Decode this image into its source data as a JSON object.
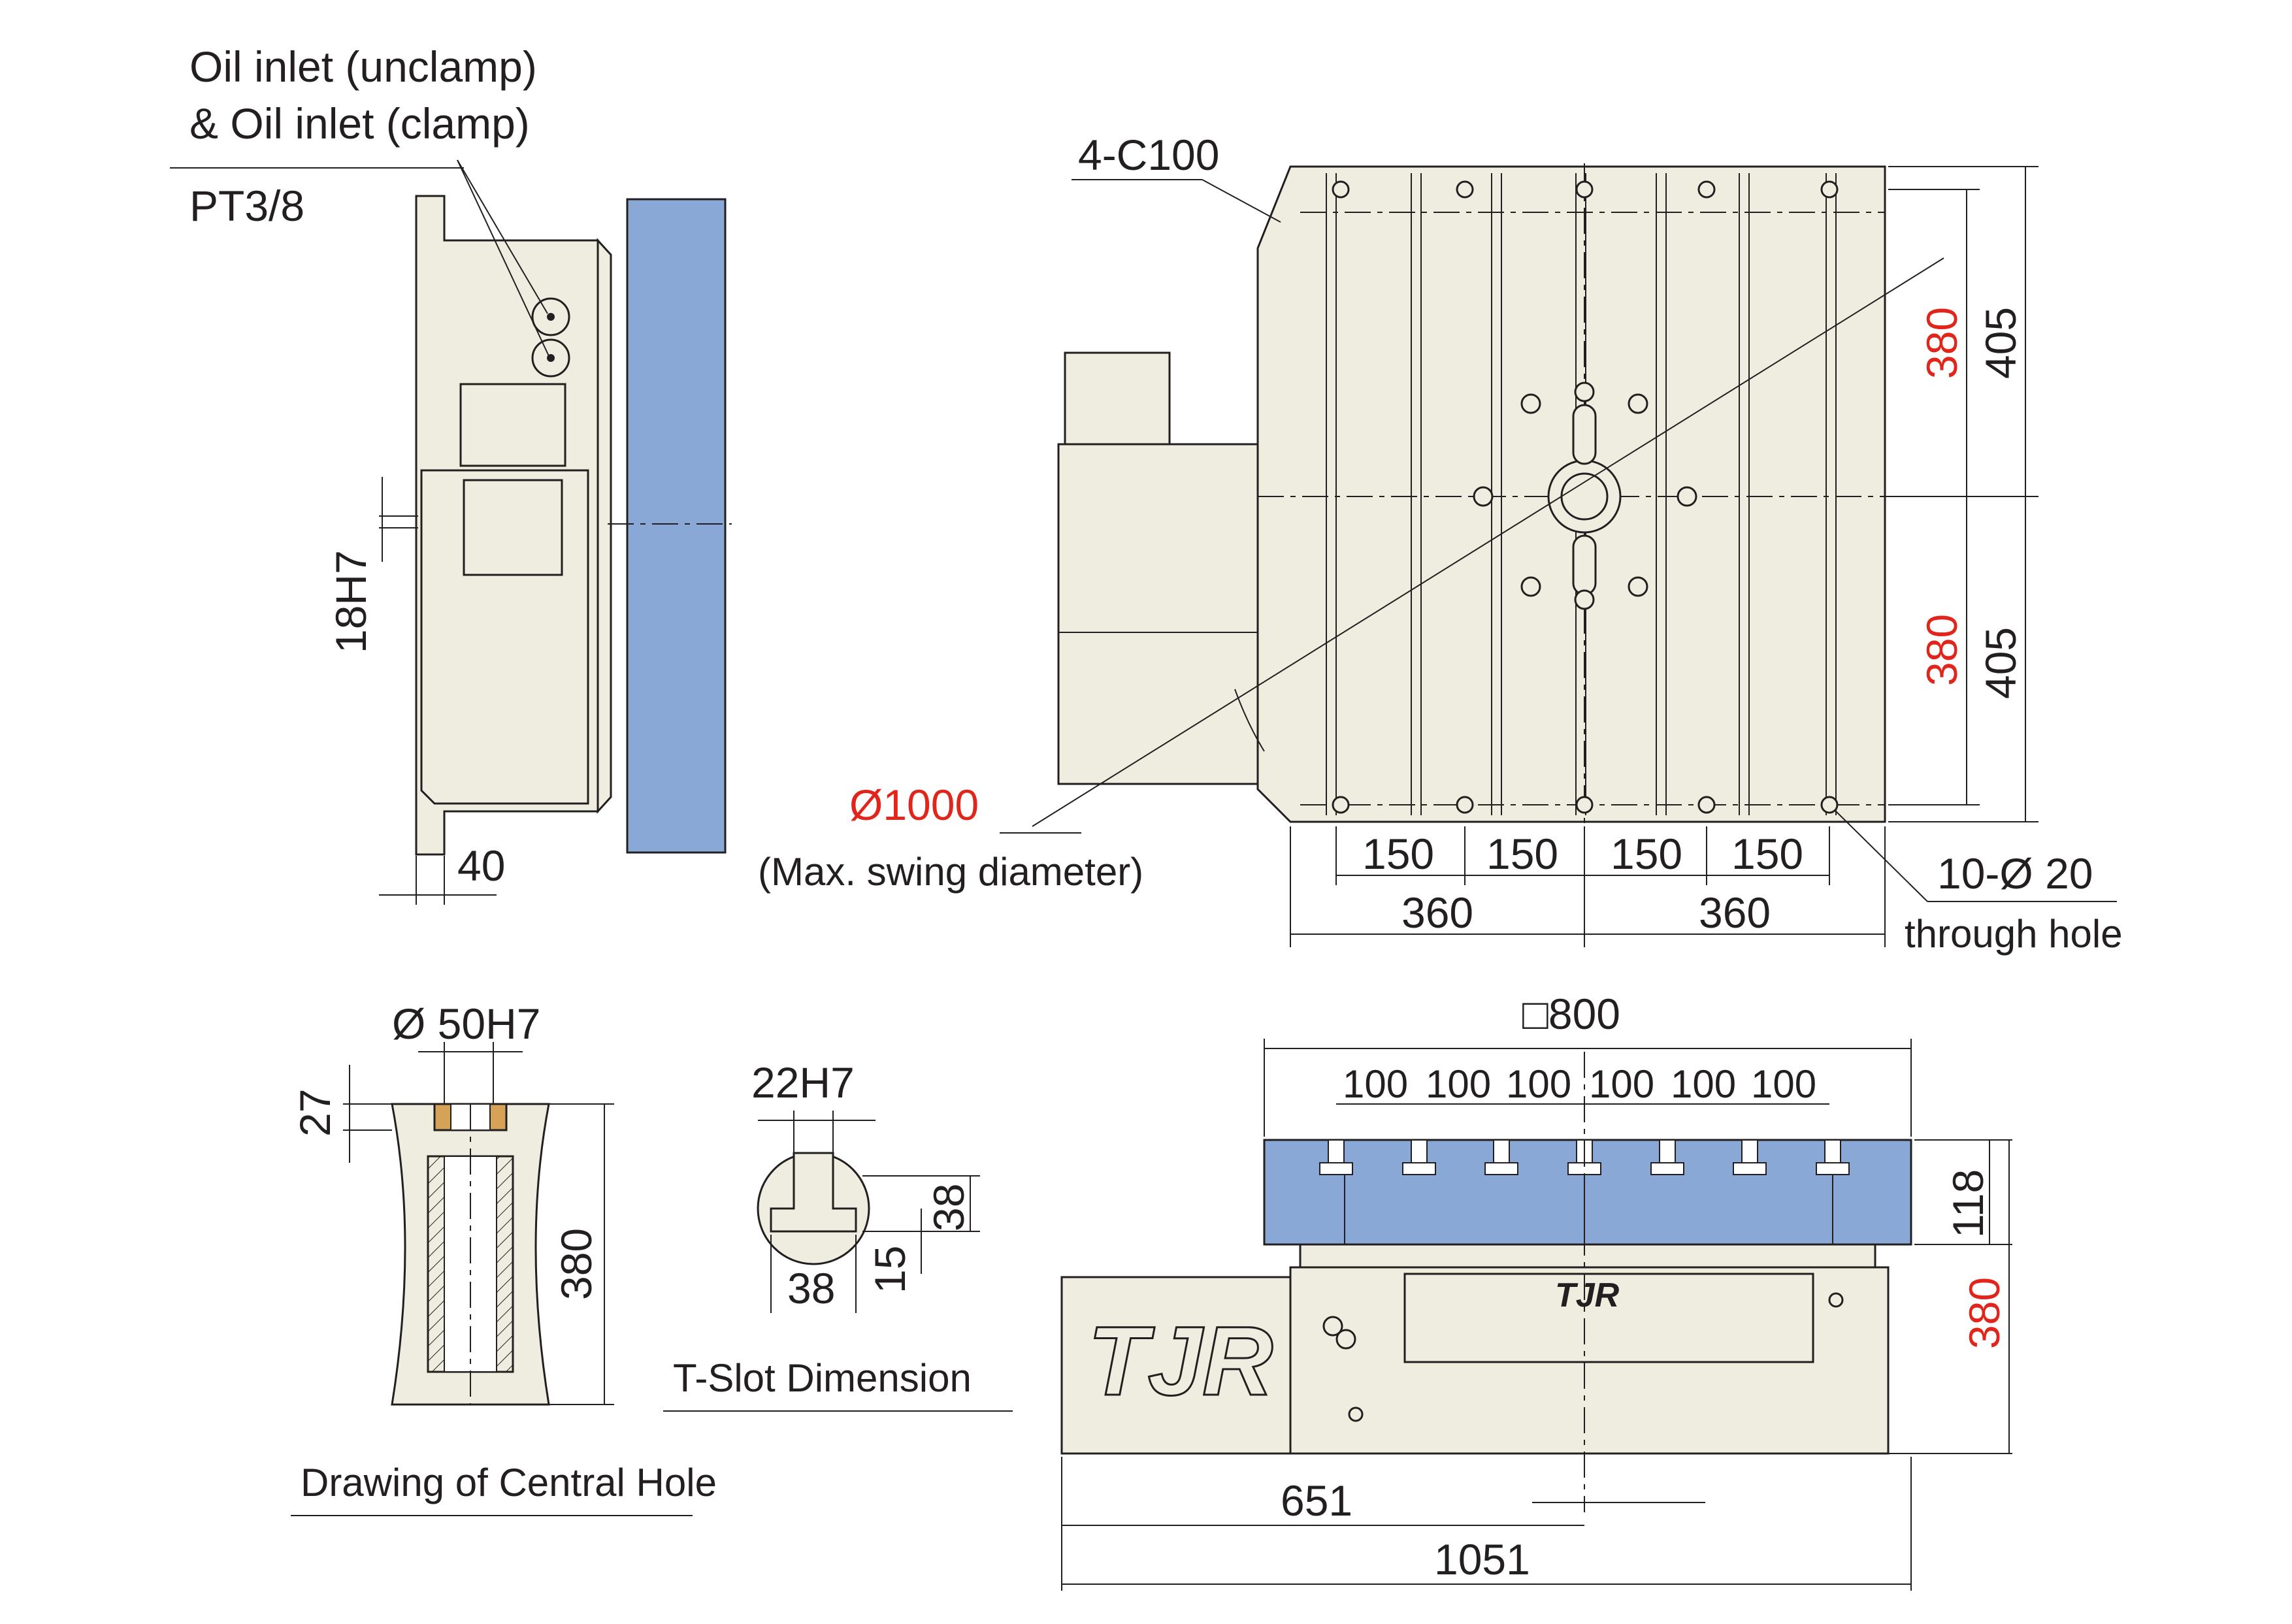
{
  "labels": {
    "oil_inlet_line1": "Oil inlet (unclamp)",
    "oil_inlet_line2": "& Oil inlet (clamp)",
    "pt": "PT3/8",
    "h18": "18H7",
    "d40": "40",
    "c100": "4-C100",
    "swing_dia": "Ø1000",
    "swing_note": "(Max. swing diameter)",
    "v380_top": "380",
    "v405_top": "405",
    "v380_mid": "380",
    "v405_mid": "405",
    "h150_1": "150",
    "h150_2": "150",
    "h150_3": "150",
    "h150_4": "150",
    "h360_l": "360",
    "h360_r": "360",
    "through_hole_1": "10-Ø 20",
    "through_hole_2": "through hole",
    "center_dia": "Ø 50H7",
    "d27": "27",
    "d380_center": "380",
    "central_hole_caption": "Drawing of Central Hole",
    "tslot_22": "22H7",
    "tslot_38v": "38",
    "tslot_15": "15",
    "tslot_38h": "38",
    "tslot_caption": "T-Slot Dimension",
    "square_800": "□800",
    "p100_1": "100",
    "p100_2": "100",
    "p100_3": "100",
    "p100_4": "100",
    "p100_5": "100",
    "p100_6": "100",
    "d118": "118",
    "d380_front": "380",
    "d651": "651",
    "d1051": "1051",
    "logo_text": "TJR"
  },
  "colors": {
    "body": "#efede0",
    "table_blue": "#8aa8d6",
    "line": "#231f20",
    "highlight_red": "#e1251b"
  }
}
